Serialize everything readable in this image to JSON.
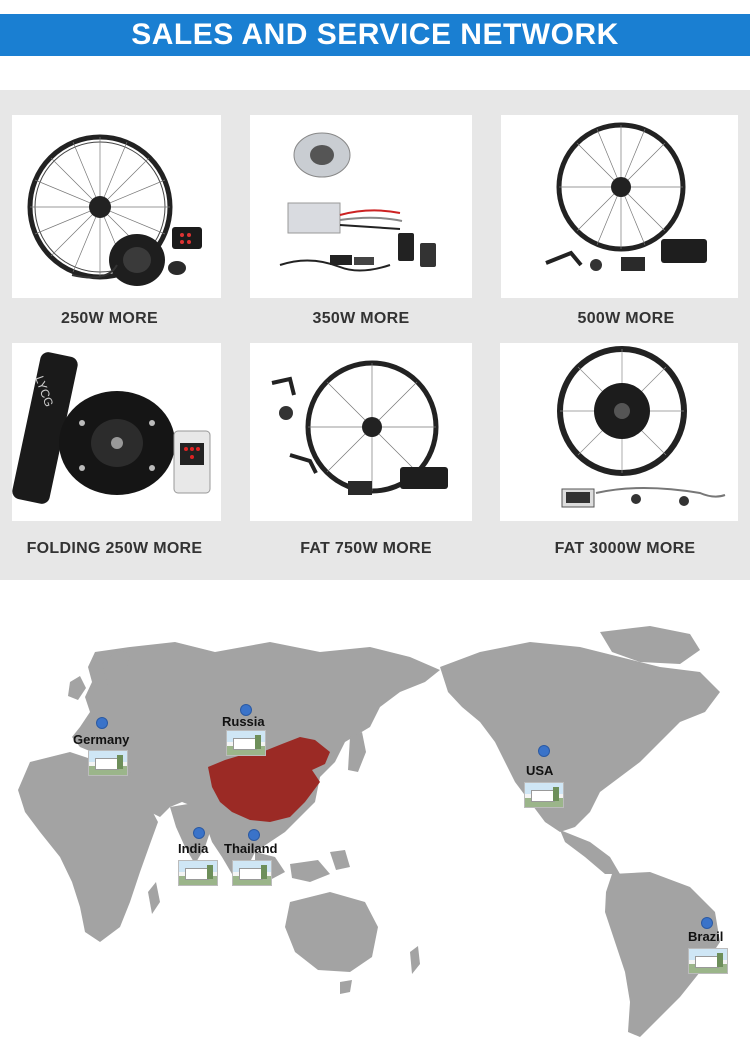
{
  "banner": {
    "title": "SALES AND SERVICE NETWORK"
  },
  "products": [
    {
      "label": "250W MORE",
      "icon": "hub-motor-kit-icon"
    },
    {
      "label": "350W MORE",
      "icon": "motor-controller-kit-icon"
    },
    {
      "label": "500W MORE",
      "icon": "wheel-kit-icon"
    },
    {
      "label": "FOLDING 250W MORE",
      "icon": "battery-motor-kit-icon"
    },
    {
      "label": "FAT 750W MORE",
      "icon": "wheel-kit-icon"
    },
    {
      "label": "FAT 3000W MORE",
      "icon": "large-hub-wheel-icon"
    }
  ],
  "map": {
    "colors": {
      "land": "#a3a3a3",
      "china": "#9b2a25",
      "pin": "#3a73c9",
      "background": "#ffffff"
    },
    "locations": [
      {
        "name": "Germany"
      },
      {
        "name": "Russia"
      },
      {
        "name": "India"
      },
      {
        "name": "Thailand"
      },
      {
        "name": "USA"
      },
      {
        "name": "Brazil"
      }
    ]
  },
  "colors": {
    "banner": "#1a7fd2",
    "products_bg": "#e7e7e7",
    "label": "#333333"
  }
}
